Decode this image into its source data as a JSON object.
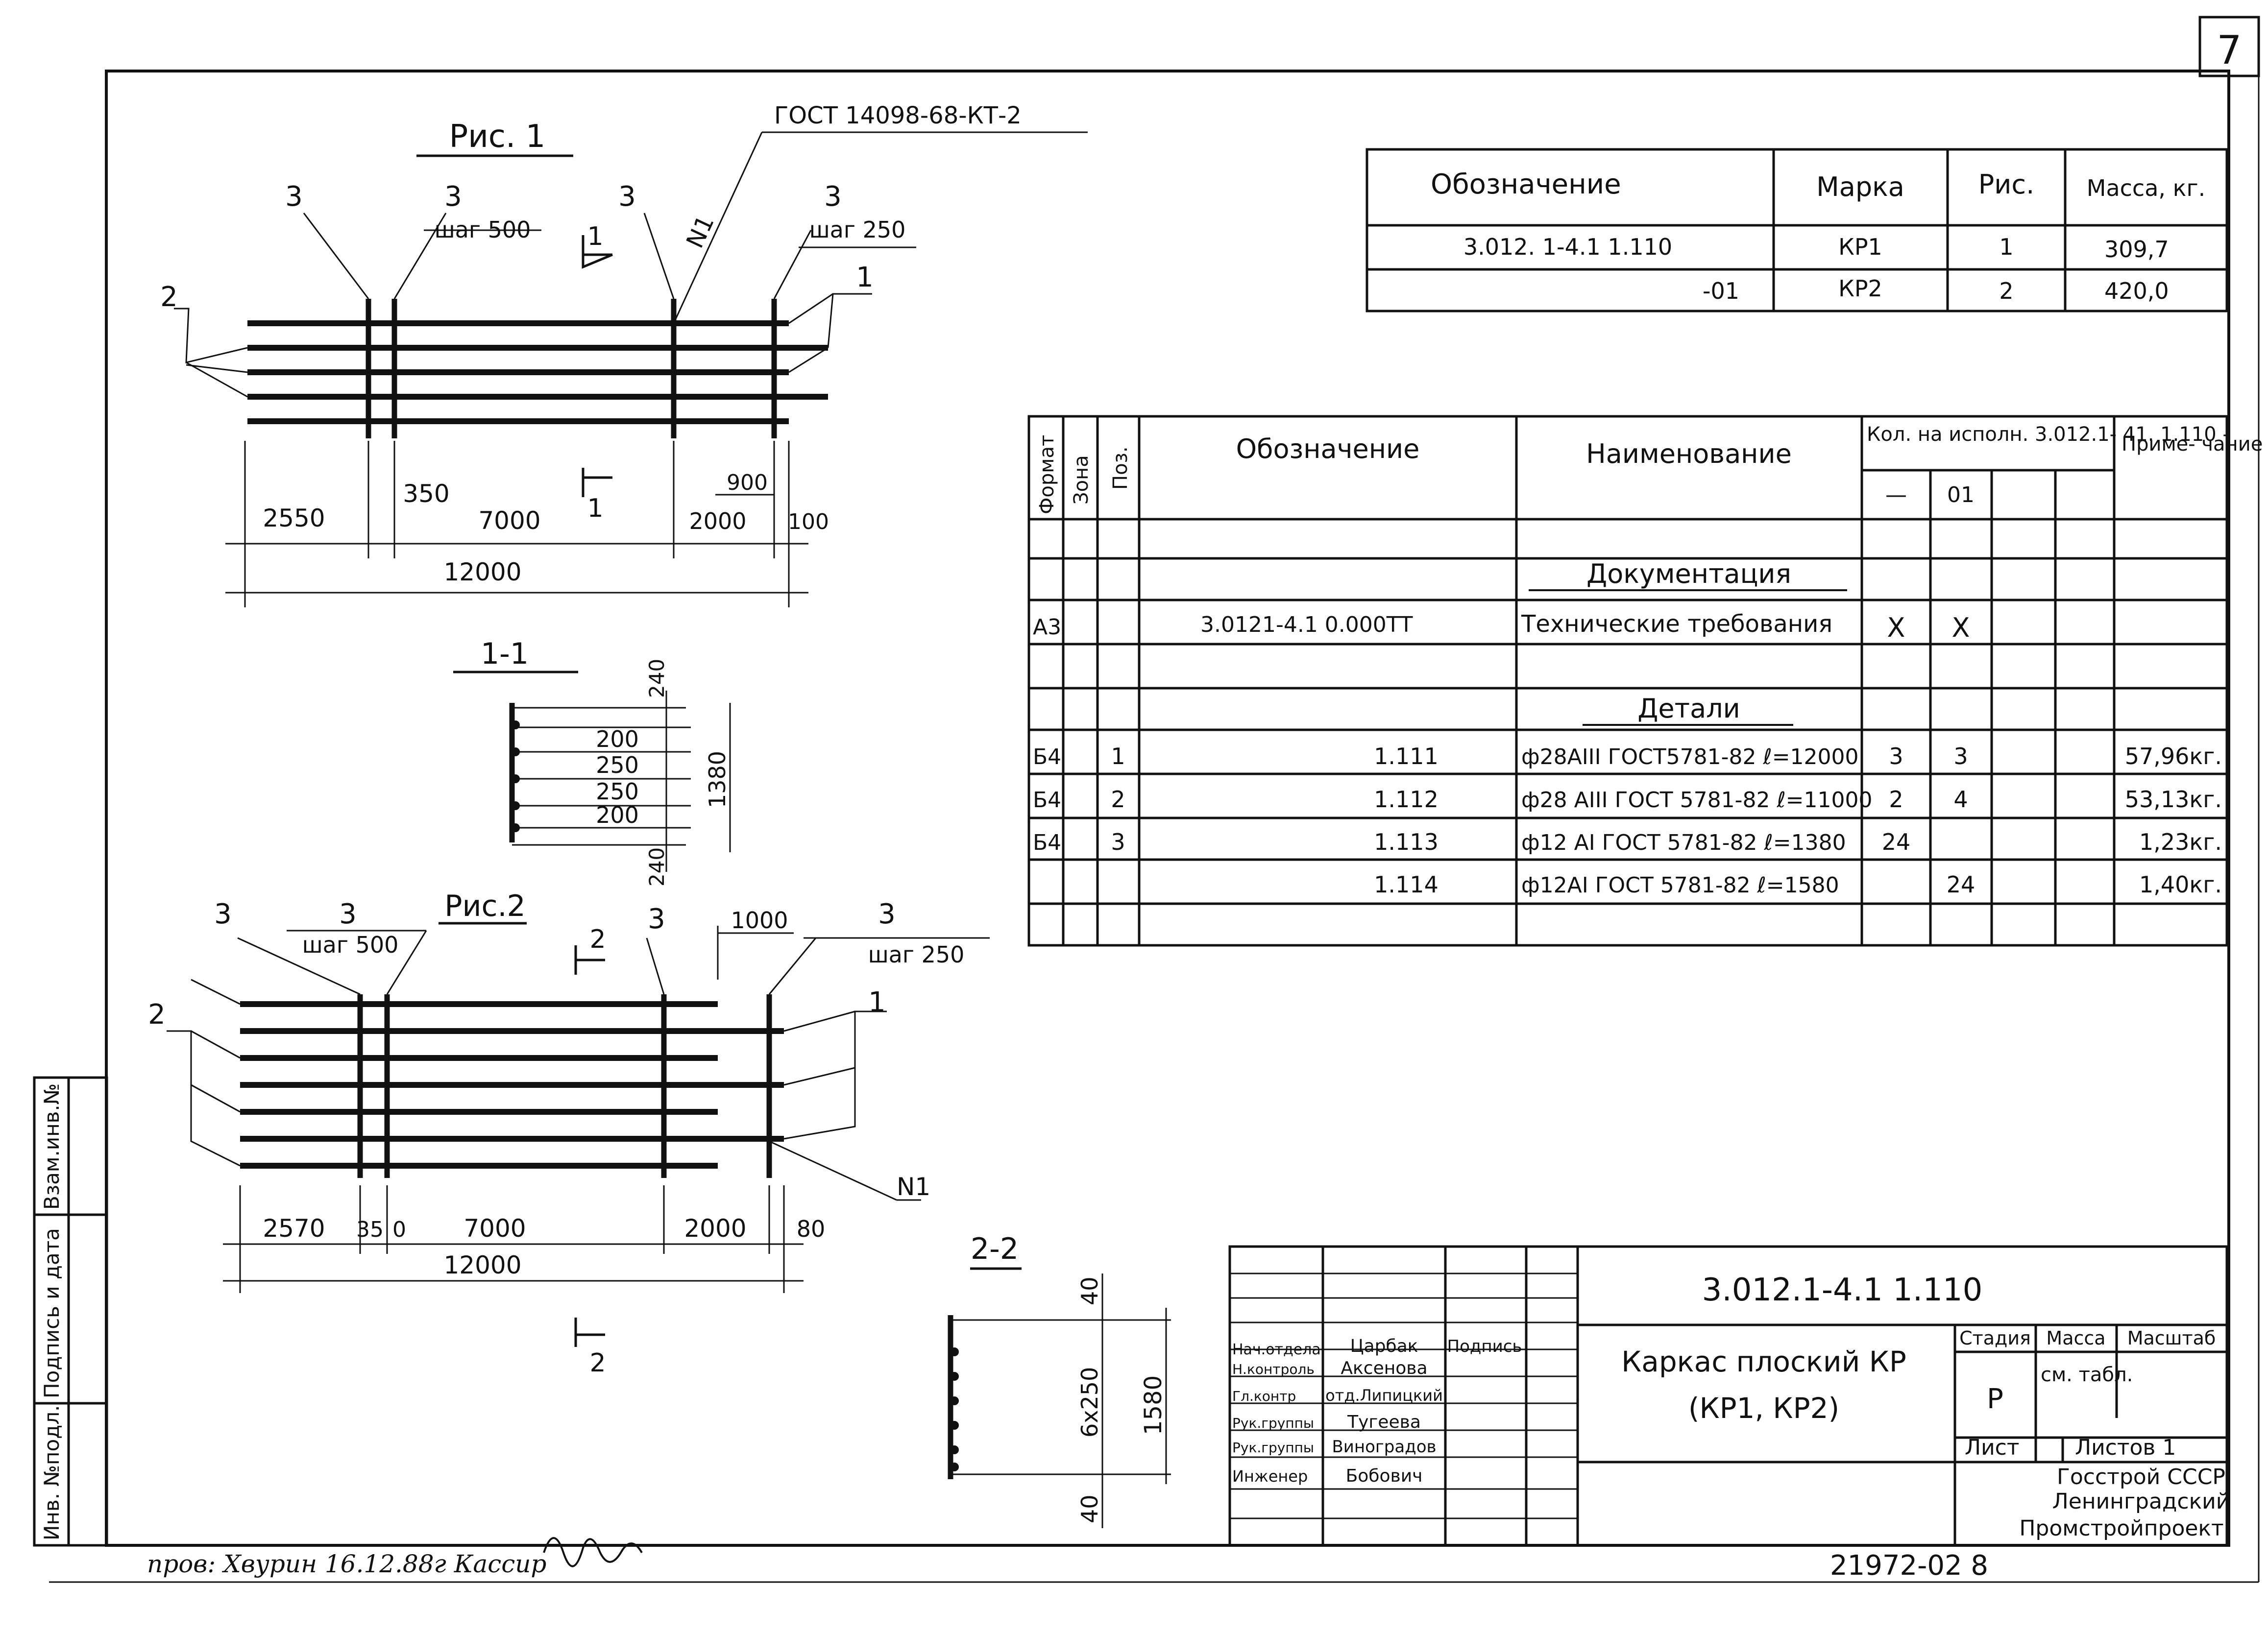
{
  "sheet_number": "7",
  "fig1": {
    "title": "Рис. 1",
    "gost_note": "ГОСТ 14098-68-КТ-2",
    "callouts": [
      "3",
      "3",
      "3",
      "3",
      "2",
      "1"
    ],
    "step_left": "шаг 500",
    "step_right": "шаг 250",
    "weld": "N1",
    "section_mark": "1",
    "dims": [
      "2550",
      "350",
      "7000",
      "2000",
      "900",
      "100",
      "12000"
    ]
  },
  "section_1_1": {
    "title": "1-1",
    "dims": [
      "240",
      "200",
      "250",
      "250",
      "200",
      "240",
      "1380"
    ]
  },
  "fig2": {
    "title": "Рис.2",
    "callouts": [
      "3",
      "3",
      "3",
      "3",
      "2",
      "1"
    ],
    "step_left": "шаг 500",
    "step_right": "шаг 250",
    "weld": "N1",
    "section_mark": "2",
    "dims": [
      "2570",
      "35",
      "0",
      "7000",
      "2000",
      "80",
      "1000",
      "12000"
    ]
  },
  "section_2_2": {
    "title": "2-2",
    "dims": [
      "40",
      "6x250",
      "1580",
      "40"
    ]
  },
  "mass_table": {
    "headers": [
      "Обозначение",
      "Марка",
      "Рис.",
      "Масса, кг."
    ],
    "rows": [
      [
        "3.012. 1-4.1   1.110",
        "КР1",
        "1",
        "309,7"
      ],
      [
        "-01",
        "КР2",
        "2",
        "420,0"
      ]
    ]
  },
  "spec_table": {
    "headers": {
      "format": "Формат",
      "zone": "Зона",
      "pos": "Поз.",
      "designation": "Обозначение",
      "name": "Наименование",
      "qty": "Кол. на исполн. 3.012.1- 41. 1.110 -",
      "qty_sub": [
        "—",
        "01"
      ],
      "note": "Приме- чание"
    },
    "section_docs": "Документация",
    "doc_row": [
      "А3",
      "",
      "",
      "3.0121-4.1      0.000ТТ",
      "Технические требования",
      "X",
      "X",
      ""
    ],
    "section_parts": "Детали",
    "rows": [
      [
        "Б4",
        "1",
        "1.111",
        "ф28АIII ГОСТ5781-82  ℓ=12000",
        "3",
        "3",
        "57,96кг."
      ],
      [
        "Б4",
        "2",
        "1.112",
        "ф28 АIII ГОСТ 5781-82  ℓ=11000",
        "2",
        "4",
        "53,13кг."
      ],
      [
        "Б4",
        "3",
        "1.113",
        "ф12 АI  ГОСТ 5781-82  ℓ=1380",
        "24",
        "",
        "1,23кг."
      ],
      [
        "",
        "",
        "1.114",
        "ф12АI  ГОСТ 5781-82  ℓ=1580",
        "",
        "24",
        "1,40кг."
      ]
    ]
  },
  "title_block": {
    "code": "3.012.1-4.1  1.110",
    "name_line1": "Каркас  плоский КР",
    "name_line2": "(КР1, КР2)",
    "hdr_stage": "Стадия",
    "hdr_mass": "Масса",
    "hdr_scale": "Масштаб",
    "stage": "Р",
    "mass_note": "см. табл.",
    "sheet_label": "Лист",
    "sheets_label": "Листов 1",
    "org": [
      "Госстрой СССР",
      "Ленинградский",
      "Промстройпроект"
    ],
    "signature_col": "Подпись",
    "staff": [
      [
        "Нач.отдела",
        "Царбак"
      ],
      [
        "Н.контроль",
        "Аксенова"
      ],
      [
        "Гл.контр",
        "отд.Липицкий"
      ],
      [
        "Рук.группы",
        "Тугеева"
      ],
      [
        "Рук.группы",
        "Виноградов"
      ],
      [
        "Инженер",
        "Бобович"
      ]
    ]
  },
  "side_stamp": [
    "Инв. №подл.",
    "Подпись и дата",
    "Взам.инв.№"
  ],
  "bottom_left": "пров: Хвурин  16.12.88г   Кассир",
  "bottom_right": "21972-02  8"
}
